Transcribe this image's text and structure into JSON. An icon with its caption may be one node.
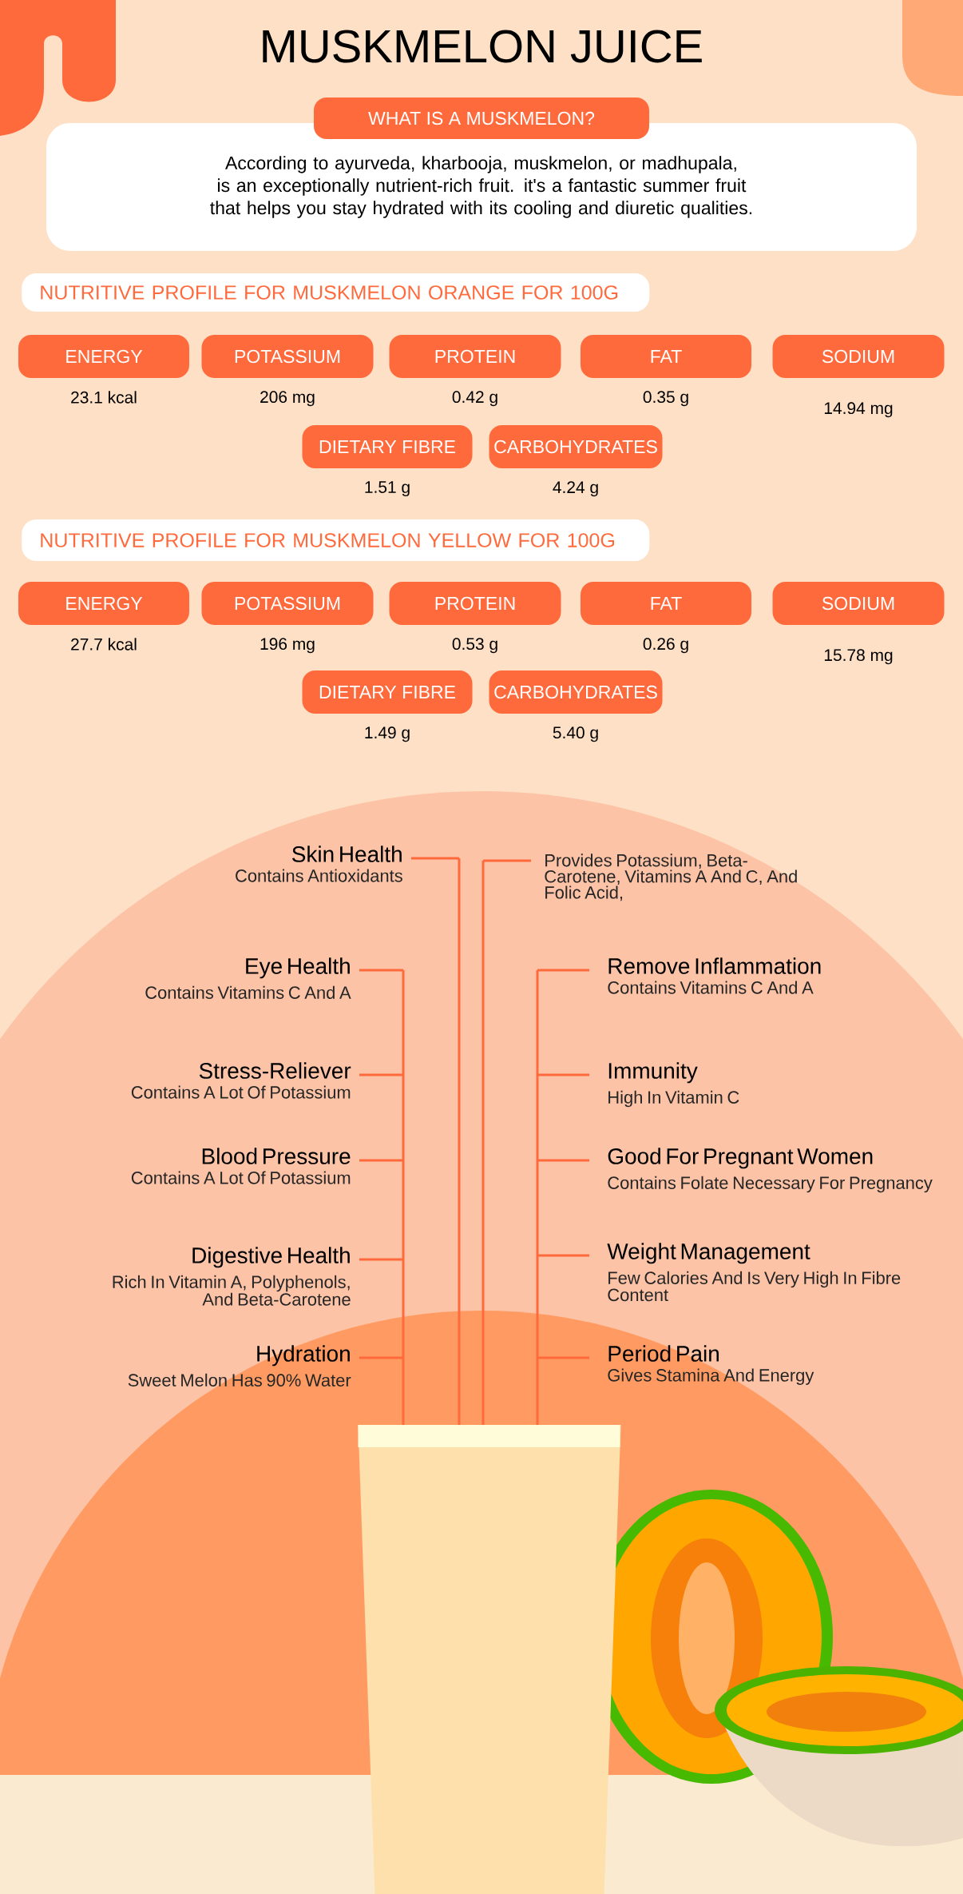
{
  "diagram": {
    "title": "MUSKMELON JUICE",
    "nodes": [
      {
        "text": [
          "WHAT IS A MUSKMELON?"
        ]
      },
      {
        "text": [
          "According to ayurveda, kharbooja, muskmelon, or madhupala, is an exceptionally nutrient-rich fruit. it's a fantastic summer fruit that helps you stay hydrated with its cooling and diuretic qualities."
        ]
      },
      {
        "text": [
          "NUTRITIVE PROFILE FOR MUSKMELON ORANGE FOR 100G"
        ]
      },
      {
        "text": [
          "ENERGY"
        ],
        "beside": [
          "23.1 kcal"
        ]
      },
      {
        "text": [
          "POTASSIUM"
        ],
        "beside": [
          "206 mg"
        ]
      },
      {
        "text": [
          "PROTEIN"
        ],
        "beside": [
          "0.42 g"
        ]
      },
      {
        "text": [
          "FAT"
        ],
        "beside": [
          "0.35 g"
        ]
      },
      {
        "text": [
          "SODIUM"
        ],
        "beside": [
          "14.94 mg"
        ]
      },
      {
        "text": [
          "DIETARY FIBRE"
        ],
        "beside": [
          "1.51 g"
        ]
      },
      {
        "text": [
          "CARBOHYDRATES"
        ],
        "beside": [
          "4.24 g"
        ]
      },
      {
        "text": [
          "NUTRITIVE PROFILE FOR MUSKMELON YELLOW FOR 100G"
        ]
      },
      {
        "text": [
          "ENERGY"
        ],
        "beside": [
          "27.7 kcal"
        ]
      },
      {
        "text": [
          "POTASSIUM"
        ],
        "beside": [
          "196 mg"
        ]
      },
      {
        "text": [
          "PROTEIN"
        ],
        "beside": [
          "0.53 g"
        ]
      },
      {
        "text": [
          "FAT"
        ],
        "beside": [
          "0.26 g"
        ]
      },
      {
        "text": [
          "SODIUM"
        ],
        "beside": [
          "15.78 mg"
        ]
      },
      {
        "text": [
          "DIETARY FIBRE"
        ],
        "beside": [
          "1.49 g"
        ]
      },
      {
        "text": [
          "CARBOHYDRATES"
        ],
        "beside": [
          "5.40 g"
        ]
      },
      {
        "text": [
          "Skin Health",
          "Contains Antioxidants"
        ]
      },
      {
        "text": [
          "Eye Health",
          "Contains Vitamins C And A"
        ]
      },
      {
        "text": [
          "Stress-Reliever",
          "Contains A Lot Of Potassium"
        ]
      },
      {
        "text": [
          "Blood Pressure",
          "Contains A Lot Of Potassium"
        ]
      },
      {
        "text": [
          "Digestive Health",
          "Rich In Vitamin A, Polyphenols, And Beta-Carotene"
        ]
      },
      {
        "text": [
          "Hydration",
          "Sweet Melon Has 90% Water"
        ]
      },
      {
        "text": [
          "Provides Potassium, Beta-Carotene, Vitamins A And C, And Folic Acid,"
        ]
      },
      {
        "text": [
          "Remove Inflammation",
          "Contains Vitamins C And A"
        ]
      },
      {
        "text": [
          "Immunity",
          "High In Vitamin C"
        ]
      },
      {
        "text": [
          "Good For Pregnant Women",
          "Contains Folate Necessary For Pregnancy"
        ]
      },
      {
        "text": [
          "Weight Management",
          "Few Calories And Is Very High In Fibre Content"
        ]
      },
      {
        "text": [
          "Period Pain",
          "Gives Stamina And Energy"
        ]
      },
      {
        "text": [],
        "shape": "picture"
      }
    ],
    "edges": [
      {
        "from": 18,
        "to": 30,
        "arrow": "none"
      },
      {
        "from": 19,
        "to": 30,
        "arrow": "none"
      },
      {
        "from": 20,
        "to": 30,
        "arrow": "none"
      },
      {
        "from": 21,
        "to": 30,
        "arrow": "none"
      },
      {
        "from": 22,
        "to": 30,
        "arrow": "none"
      },
      {
        "from": 23,
        "to": 30,
        "arrow": "none"
      },
      {
        "from": 24,
        "to": 30,
        "arrow": "none"
      },
      {
        "from": 25,
        "to": 30,
        "arrow": "none"
      },
      {
        "from": 26,
        "to": 30,
        "arrow": "none"
      },
      {
        "from": 27,
        "to": 30,
        "arrow": "none"
      },
      {
        "from": 28,
        "to": 30,
        "arrow": "none"
      },
      {
        "from": 29,
        "to": 30,
        "arrow": "none"
      }
    ]
  }
}
